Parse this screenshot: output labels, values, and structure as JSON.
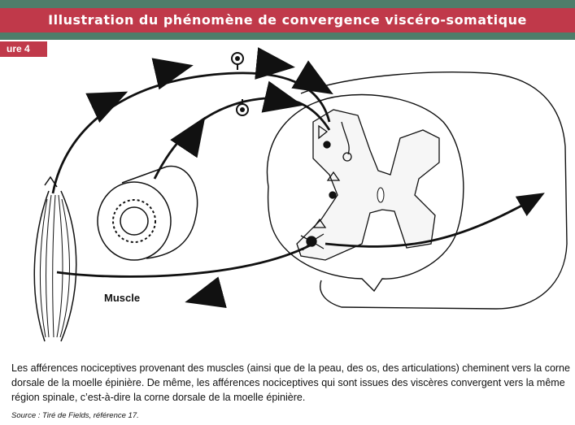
{
  "header": {
    "title": "Illustration du phénomène de convergence viscéro-somatique",
    "figure_tag": "ure  4"
  },
  "diagram": {
    "muscle_label": "Muscle"
  },
  "caption": {
    "text": "Les afférences nociceptives provenant des muscles (ainsi que de la peau, des os, des articulations) cheminent vers la corne dorsale de la moelle épinière. De même, les afférences nociceptives qui sont issues des viscères convergent vers la même région spinale, c’est-à-dire la corne dorsale de la moelle épinière.",
    "source": "Source : Tiré de Fields, référence 17."
  },
  "colors": {
    "header_red": "#c0394a",
    "header_green": "#4e7d6a"
  }
}
